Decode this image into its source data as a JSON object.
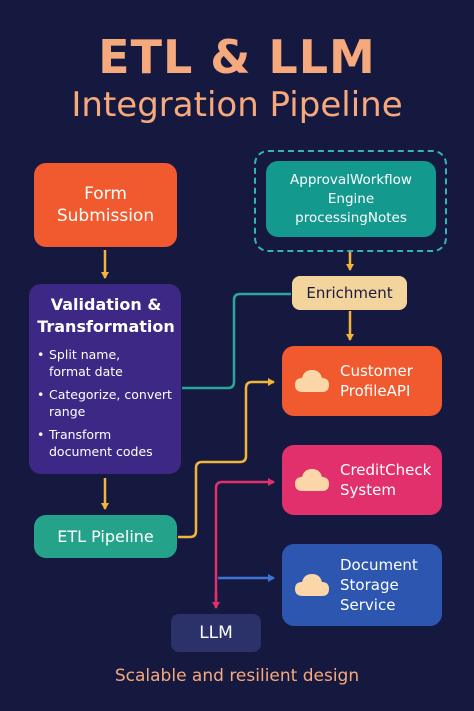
{
  "title": {
    "line1": "ETL & LLM",
    "line2": "Integration Pipeline"
  },
  "nodes": {
    "form_submission": "Form\nSubmission",
    "approval": {
      "line1": "ApprovalWorkflow",
      "line2": "Engine",
      "line3": "processingNotes"
    },
    "enrichment": "Enrichment",
    "validation": {
      "title": "Validation &\nTransformation",
      "items": [
        "Split name,\nformat date",
        "Categorize, convert\nrange",
        "Transform\ndocument codes"
      ]
    },
    "etl_pipeline": "ETL Pipeline",
    "customer_profile": "Customer\nProfileAPI",
    "credit_check": "CreditCheck\nSystem",
    "document_storage": "Document\nStorage\nService",
    "llm": "LLM"
  },
  "footer": "Scalable and resilient design",
  "colors": {
    "background": "#16193f",
    "title": "#f6a97d",
    "orange": "#f05a2e",
    "teal": "#14998f",
    "cream": "#f4d49d",
    "purple": "#3d2885",
    "green": "#25a38a",
    "pink": "#e2306c",
    "blue": "#2c56b0",
    "arrow_yellow": "#f3b43a",
    "connector_teal": "#2aa79b",
    "connector_pink": "#e2306c",
    "connector_blue": "#3d72d6"
  }
}
